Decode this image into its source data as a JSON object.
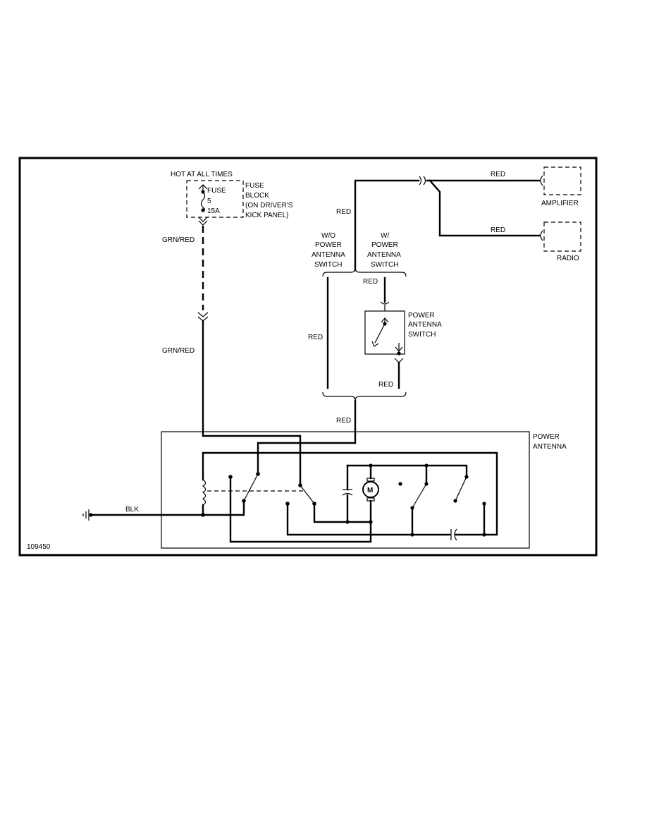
{
  "figure_id": "109450",
  "labels": {
    "hot_at_all_times": "HOT AT ALL TIMES",
    "fuse_word": "FUSE",
    "fuse_number": "5",
    "fuse_amps": "15A",
    "fuse_block_1": "FUSE",
    "fuse_block_2": "BLOCK",
    "fuse_block_3": "(ON DRIVER'S",
    "fuse_block_4": "KICK PANEL)",
    "grn_red_upper": "GRN/RED",
    "grn_red_lower": "GRN/RED",
    "red_vertical_top": "RED",
    "red_to_amplifier": "RED",
    "red_to_radio": "RED",
    "amplifier": "AMPLIFIER",
    "radio": "RADIO",
    "wo_line1": "W/O",
    "wo_line2": "POWER",
    "wo_line3": "ANTENNA",
    "wo_line4": "SWITCH",
    "w_line1": "W/",
    "w_line2": "POWER",
    "w_line3": "ANTENNA",
    "w_line4": "SWITCH",
    "red_switch_in": "RED",
    "red_left_branch": "RED",
    "red_switch_out": "RED",
    "red_to_antenna": "RED",
    "pas_line1": "POWER",
    "pas_line2": "ANTENNA",
    "pas_line3": "SWITCH",
    "power_antenna_1": "POWER",
    "power_antenna_2": "ANTENNA",
    "blk": "BLK",
    "motor": "M"
  }
}
